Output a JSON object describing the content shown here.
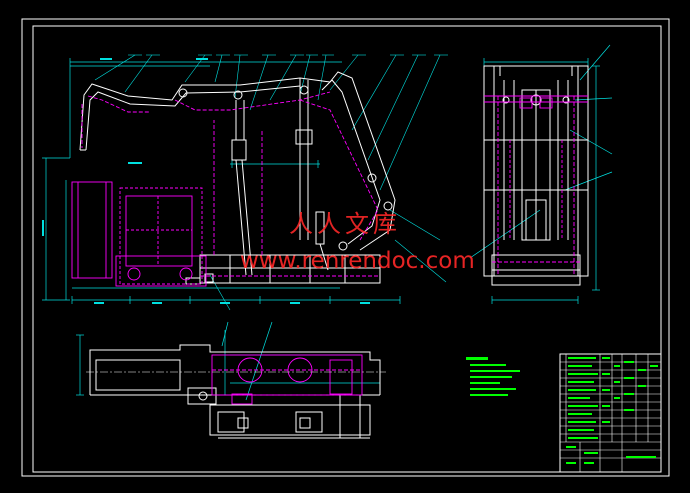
{
  "watermark": {
    "text_cn": "人人文库",
    "url": "www.renrendoc.com"
  },
  "colors": {
    "background": "#000000",
    "frame": "#ffffff",
    "outline": "#ffffff",
    "dimension": "#00e0e0",
    "hidden": "#ff00ff",
    "leader": "#00e0e0",
    "table_text": "#00ff00",
    "watermark": "#ff2828"
  },
  "icons": {
    "front_view": "excavator-arm-front-view",
    "side_view": "excavator-arm-side-view",
    "bottom_view": "excavator-track-base-plan-view",
    "title_block": "drawing-title-block"
  }
}
